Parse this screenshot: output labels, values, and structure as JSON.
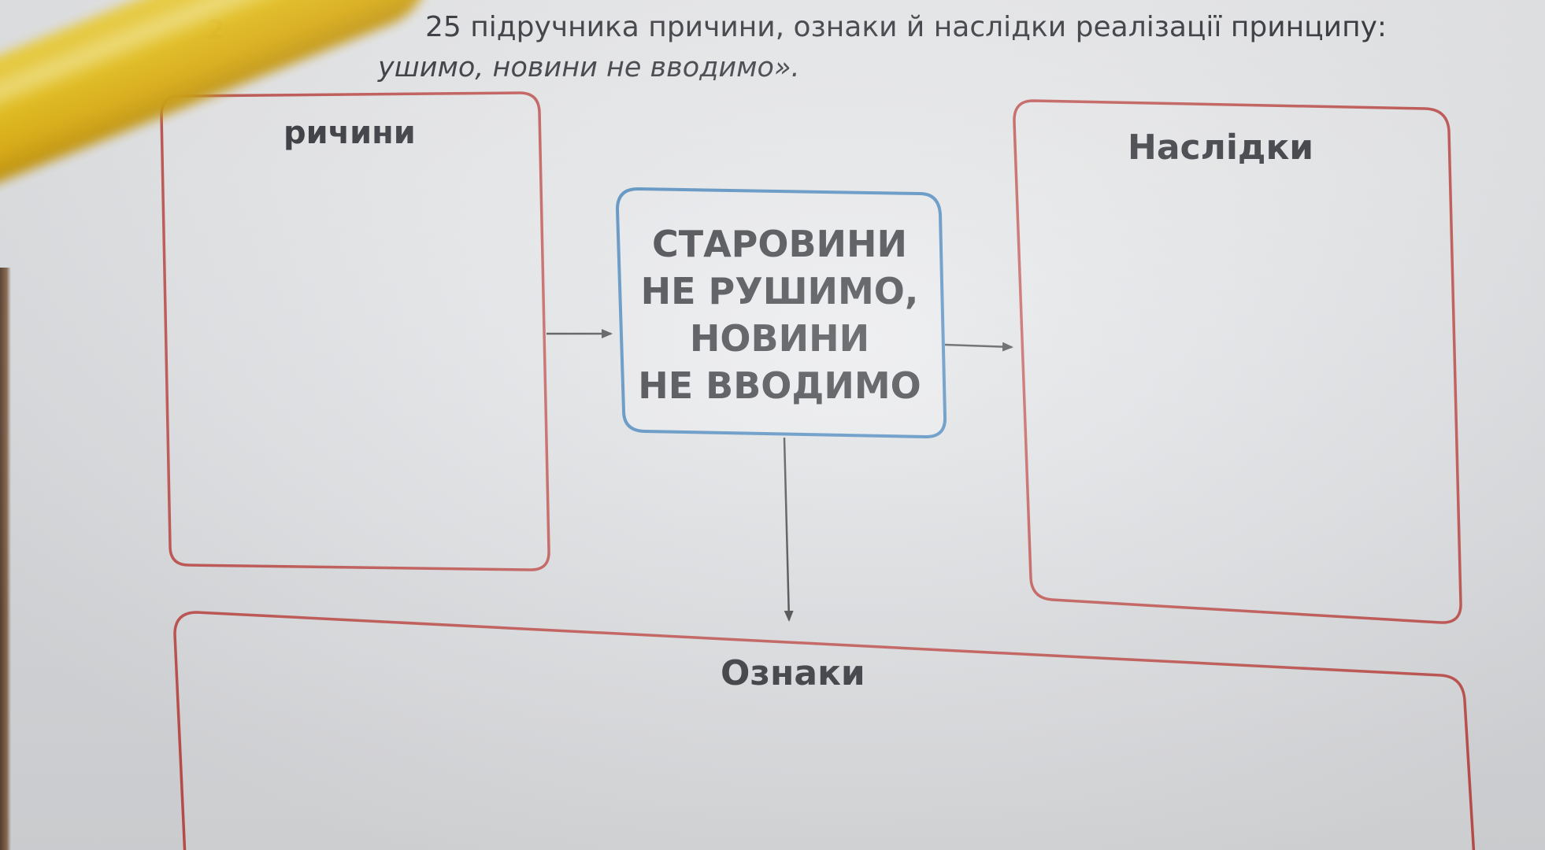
{
  "task": {
    "number": "2",
    "line1": "25 підручника причини, ознаки й наслідки реалізації принципу:",
    "line2": "ушимо, новини не вводимо»."
  },
  "diagram": {
    "causes_title": "ричини",
    "effects_title": "Наслідки",
    "signs_title": "Ознаки",
    "center_lines": [
      "СТАРОВИНИ",
      "НЕ РУШИМО,",
      "НОВИНИ",
      "НЕ ВВОДИМО"
    ]
  },
  "colors": {
    "box_border": "#c0504d",
    "center_border": "#3e7fb8",
    "arrow": "#3a3a3a",
    "pencil": "#f1cc23"
  }
}
